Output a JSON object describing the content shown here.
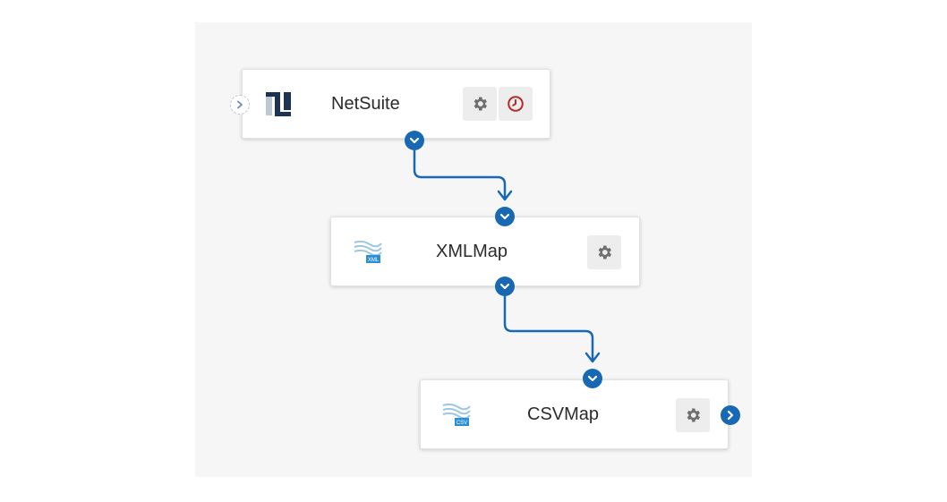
{
  "canvas": {
    "background": "#f6f6f6"
  },
  "colors": {
    "accent": "#1868b4",
    "history": "#b52a2a",
    "gear": "#6f6f6f"
  },
  "nodes": [
    {
      "name": "netsuite",
      "label": "NetSuite",
      "icon": "netsuite-logo-icon",
      "buttons": [
        "gear-icon",
        "history-clock-icon"
      ]
    },
    {
      "name": "xmlmap",
      "label": "XMLMap",
      "icon": "xml-map-icon",
      "icon_badge": "XML",
      "buttons": [
        "gear-icon"
      ]
    },
    {
      "name": "csvmap",
      "label": "CSVMap",
      "icon": "csv-map-icon",
      "icon_badge": "CSV",
      "buttons": [
        "gear-icon"
      ]
    }
  ]
}
